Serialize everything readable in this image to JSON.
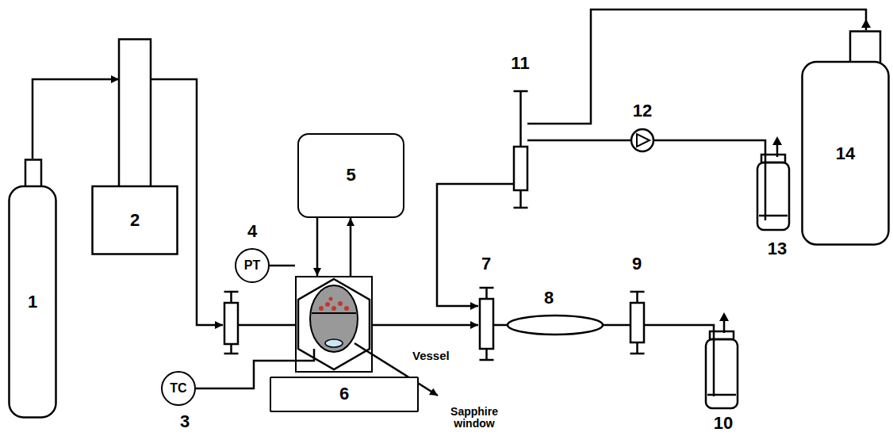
{
  "diagram": {
    "nodes": [
      {
        "text": [
          "1"
        ]
      },
      {
        "text": [
          "2"
        ]
      },
      {
        "text": [
          "PT"
        ]
      },
      {
        "text": [
          "5"
        ]
      },
      {
        "text": [
          "Vessel"
        ]
      },
      {
        "text": [
          "TC"
        ]
      },
      {
        "text": [
          "6"
        ]
      },
      {
        "text": [
          "14"
        ]
      }
    ],
    "edges": [
      {
        "from": 0,
        "to": 1,
        "arrow": "to"
      },
      {
        "from": 3,
        "to": 4,
        "arrow": "to"
      },
      {
        "from": 4,
        "to": 3,
        "arrow": "to"
      },
      {
        "from": 2,
        "to": 4,
        "arrow": "none"
      },
      {
        "from": 5,
        "to": 4,
        "arrow": "none"
      }
    ],
    "labels": [
      "4",
      "3",
      "7",
      "8",
      "9",
      "10",
      "11",
      "12",
      "13",
      "Sapphire window"
    ]
  }
}
